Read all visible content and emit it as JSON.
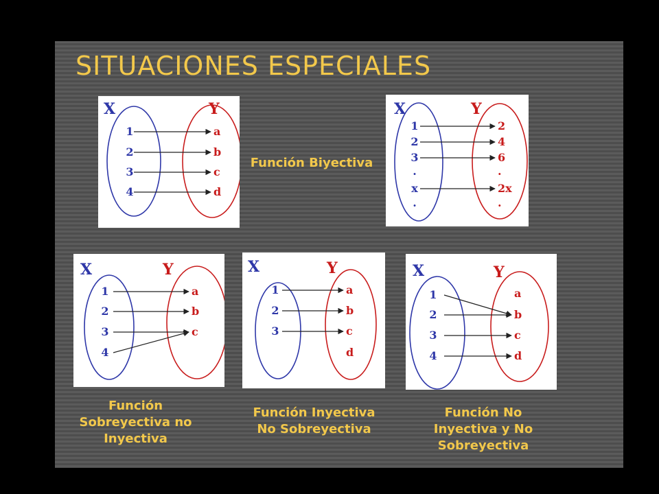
{
  "title": "SITUACIONES ESPECIALES",
  "colors": {
    "accent": "#f2c84b",
    "domain": "#2e37a8",
    "codomain": "#c81c1c",
    "arrow": "#222222"
  },
  "diagrams": [
    {
      "id": "biyectiva-letras",
      "x_label": "X",
      "y_label": "Y",
      "domain": [
        "1",
        "2",
        "3",
        "4"
      ],
      "codomain": [
        "a",
        "b",
        "c",
        "d"
      ],
      "mappings": [
        [
          "1",
          "a"
        ],
        [
          "2",
          "b"
        ],
        [
          "3",
          "c"
        ],
        [
          "4",
          "d"
        ]
      ]
    },
    {
      "id": "biyectiva-numeros",
      "x_label": "X",
      "y_label": "Y",
      "domain": [
        "1",
        "2",
        "3",
        ".",
        "x",
        "."
      ],
      "codomain": [
        "2",
        "4",
        "6",
        ".",
        "2x",
        "."
      ],
      "mappings": [
        [
          "1",
          "2"
        ],
        [
          "2",
          "4"
        ],
        [
          "3",
          "6"
        ],
        [
          "x",
          "2x"
        ]
      ]
    },
    {
      "id": "sobreyectiva-no-inyectiva",
      "x_label": "X",
      "y_label": "Y",
      "domain": [
        "1",
        "2",
        "3",
        "4"
      ],
      "codomain": [
        "a",
        "b",
        "c"
      ],
      "mappings": [
        [
          "1",
          "a"
        ],
        [
          "2",
          "b"
        ],
        [
          "3",
          "c"
        ],
        [
          "4",
          "c"
        ]
      ]
    },
    {
      "id": "inyectiva-no-sobreyectiva",
      "x_label": "X",
      "y_label": "Y",
      "domain": [
        "1",
        "2",
        "3"
      ],
      "codomain": [
        "a",
        "b",
        "c",
        "d"
      ],
      "mappings": [
        [
          "1",
          "a"
        ],
        [
          "2",
          "b"
        ],
        [
          "3",
          "c"
        ]
      ]
    },
    {
      "id": "no-inyectiva-no-sobreyectiva",
      "x_label": "X",
      "y_label": "Y",
      "domain": [
        "1",
        "2",
        "3",
        "4"
      ],
      "codomain": [
        "a",
        "b",
        "c",
        "d"
      ],
      "mappings": [
        [
          "1",
          "b"
        ],
        [
          "2",
          "b"
        ],
        [
          "3",
          "c"
        ],
        [
          "4",
          "d"
        ]
      ]
    }
  ],
  "captions": {
    "biyectiva": "Función Biyectiva",
    "sobreyectiva": "Función\nSobreyectiva no\nInyectiva",
    "inyectiva": "Función  Inyectiva\nNo Sobreyectiva",
    "ninguna": "Función No\nInyectiva y No\nSobreyectiva"
  }
}
